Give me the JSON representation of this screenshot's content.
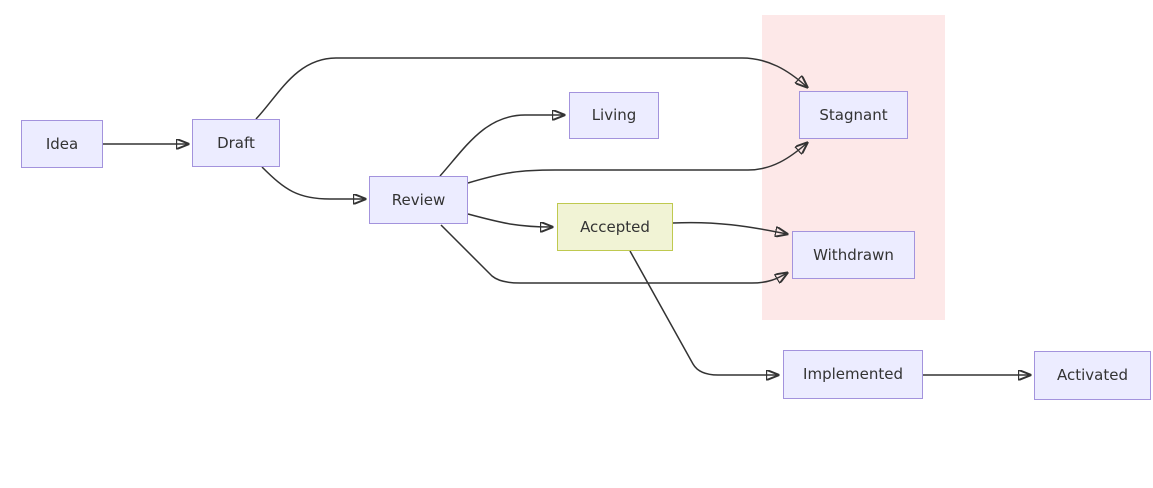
{
  "diagram": {
    "type": "flowchart",
    "nodes": [
      {
        "id": "idea",
        "label": "Idea",
        "style": "default"
      },
      {
        "id": "draft",
        "label": "Draft",
        "style": "default"
      },
      {
        "id": "review",
        "label": "Review",
        "style": "default"
      },
      {
        "id": "living",
        "label": "Living",
        "style": "default"
      },
      {
        "id": "accepted",
        "label": "Accepted",
        "style": "accent"
      },
      {
        "id": "stagnant",
        "label": "Stagnant",
        "style": "default",
        "in_highlight_region": true
      },
      {
        "id": "withdrawn",
        "label": "Withdrawn",
        "style": "default",
        "in_highlight_region": true
      },
      {
        "id": "implemented",
        "label": "Implemented",
        "style": "default"
      },
      {
        "id": "activated",
        "label": "Activated",
        "style": "default"
      }
    ],
    "edges": [
      {
        "from": "Idea",
        "to": "Draft"
      },
      {
        "from": "Draft",
        "to": "Stagnant"
      },
      {
        "from": "Draft",
        "to": "Review"
      },
      {
        "from": "Review",
        "to": "Living"
      },
      {
        "from": "Review",
        "to": "Stagnant"
      },
      {
        "from": "Review",
        "to": "Accepted"
      },
      {
        "from": "Review",
        "to": "Withdrawn"
      },
      {
        "from": "Accepted",
        "to": "Withdrawn"
      },
      {
        "from": "Accepted",
        "to": "Implemented"
      },
      {
        "from": "Implemented",
        "to": "Activated"
      }
    ],
    "colors": {
      "node_fill": "#ececff",
      "node_border": "#a393dd",
      "accent_fill": "#f1f3d5",
      "accent_border": "#bfc94f",
      "region_fill": "#fde8e8",
      "edge_color": "#333333",
      "text_color": "#333333",
      "canvas_bg": "#ffffff"
    }
  }
}
